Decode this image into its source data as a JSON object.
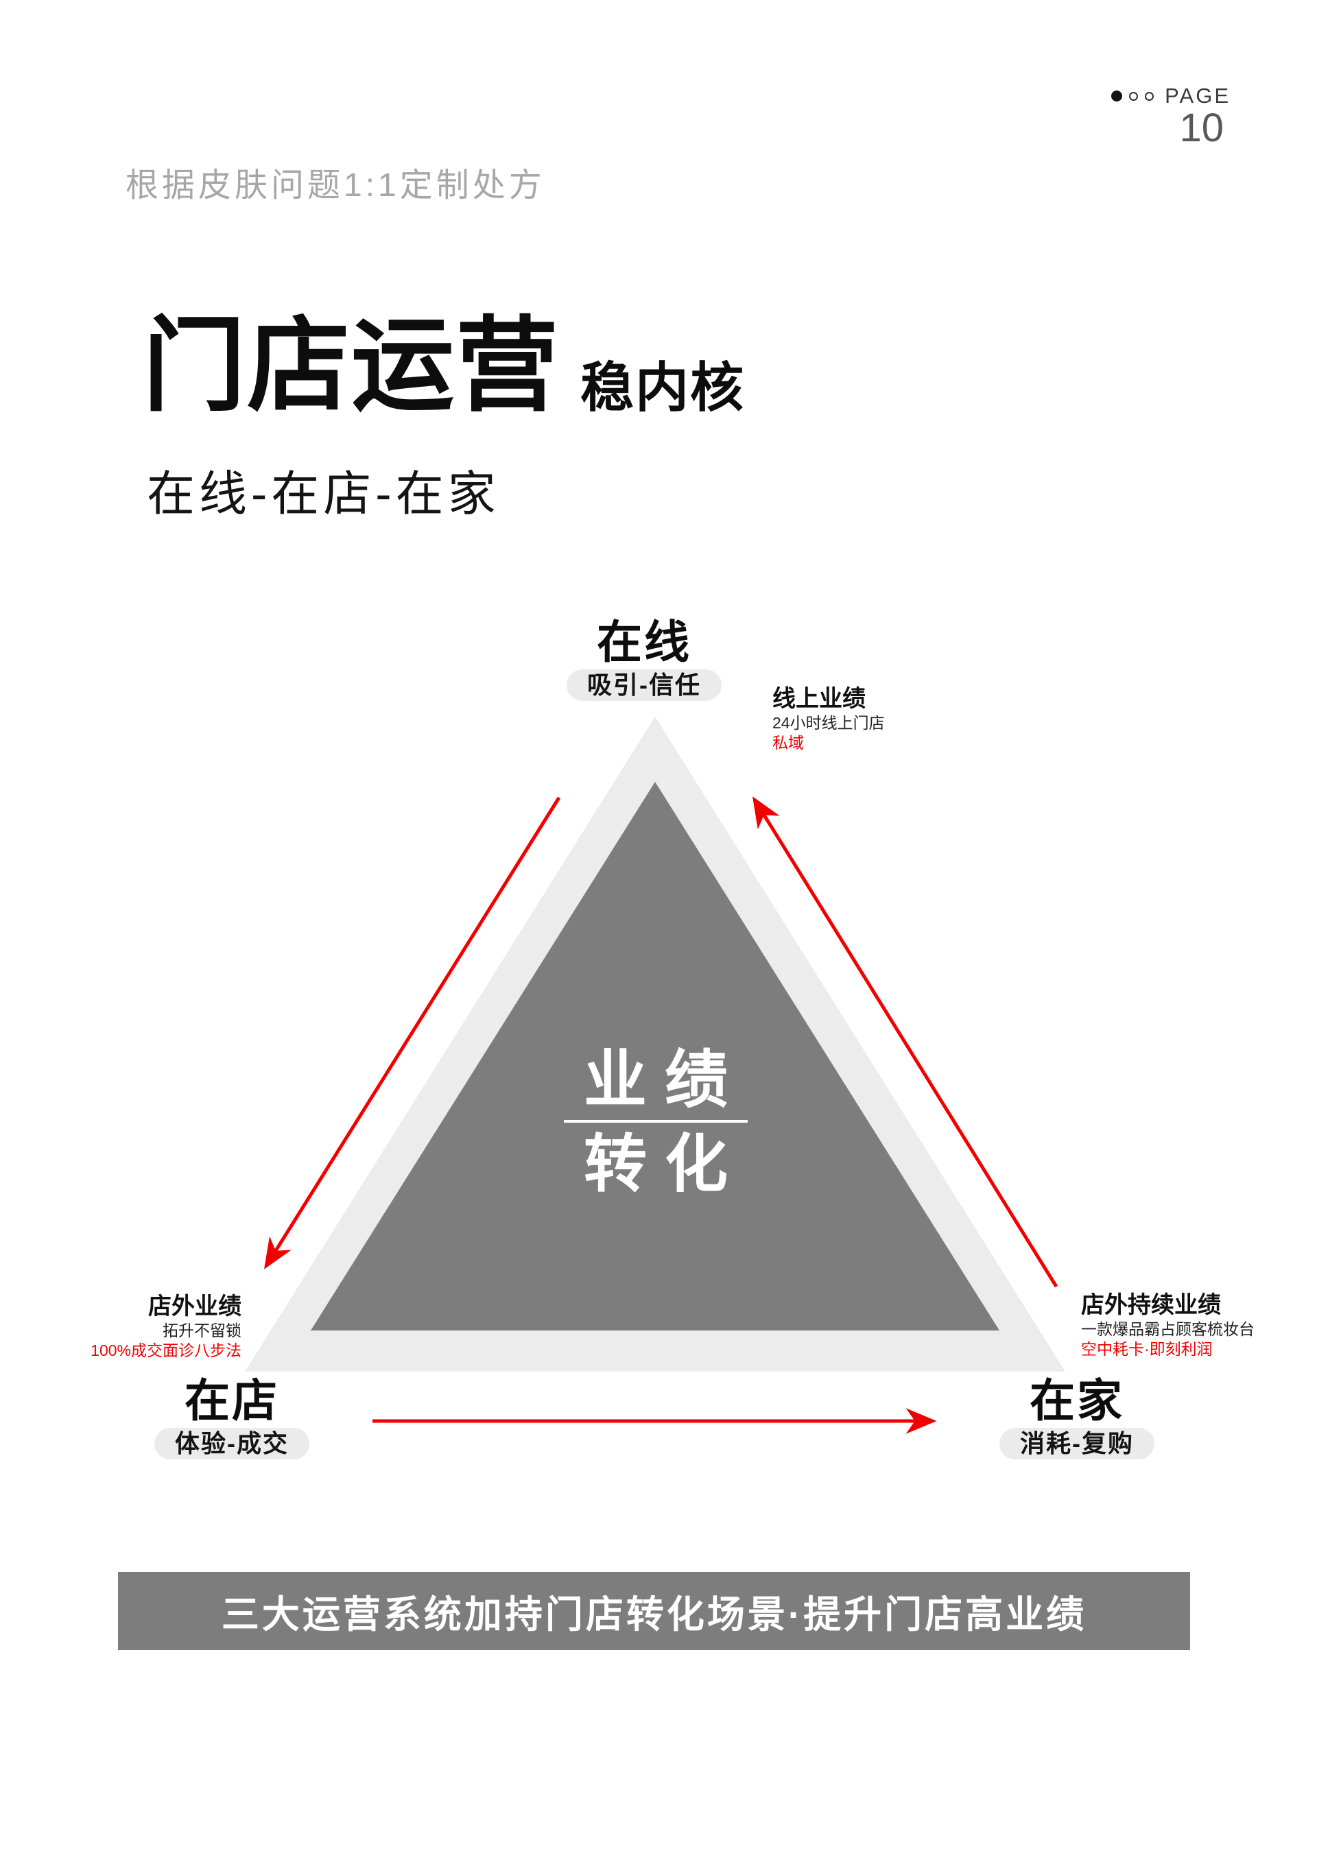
{
  "header": {
    "kicker": "根据皮肤问题1:1定制处方",
    "page_word": "PAGE",
    "page_number": "10"
  },
  "title": {
    "main": "门店运营",
    "suffix": "稳内核",
    "subtitle": "在线-在店-在家"
  },
  "diagram": {
    "center_top": "业绩",
    "center_bottom": "转化",
    "nodes": {
      "online": {
        "label": "在线",
        "pill": "吸引-信任"
      },
      "instore": {
        "label": "在店",
        "pill": "体验-成交"
      },
      "athome": {
        "label": "在家",
        "pill": "消耗-复购"
      }
    },
    "annotations": {
      "online": {
        "title": "线上业绩",
        "line1": "24小时线上门店",
        "highlight": "私域"
      },
      "instore": {
        "title": "店外业绩",
        "line1": "拓升不留锁",
        "highlight": "100%成交面诊八步法"
      },
      "athome": {
        "title": "店外持续业绩",
        "line1": "一款爆品霸占顾客梳妆台",
        "highlight": "空中耗卡·即刻利润"
      }
    },
    "colors": {
      "triangle_outer": "#ececec",
      "triangle_inner": "#7d7d7d",
      "red": "#f20000",
      "pill_bg": "#ebebeb"
    }
  },
  "banner": {
    "text": "三大运营系统加持门店转化场景·提升门店高业绩",
    "bg": "#7d7d7d"
  }
}
